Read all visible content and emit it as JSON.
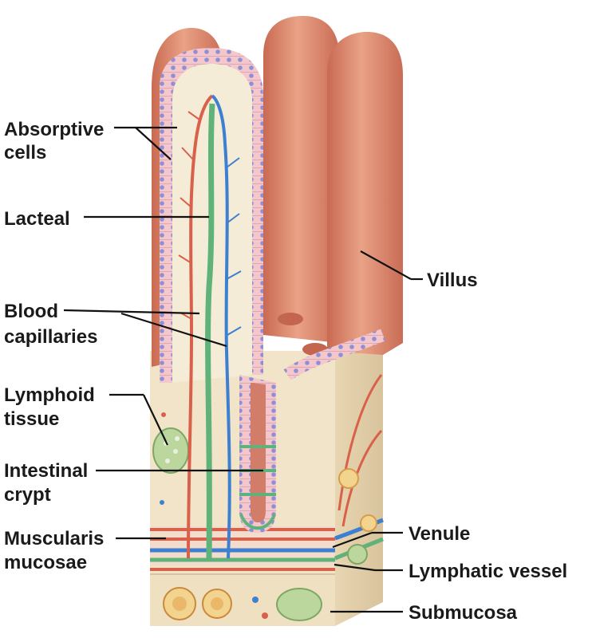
{
  "labels": {
    "absorptive_cells": [
      "Absorptive",
      "cells"
    ],
    "lacteal": [
      "Lacteal"
    ],
    "blood_capillaries": [
      "Blood",
      "capillaries"
    ],
    "lymphoid_tissue": [
      "Lymphoid",
      "tissue"
    ],
    "intestinal_crypt": [
      "Intestinal",
      "crypt"
    ],
    "muscularis_mucosae": [
      "Muscularis",
      "mucosae"
    ],
    "villus": [
      "Villus"
    ],
    "venule": [
      "Venule"
    ],
    "lymphatic_vessel": [
      "Lymphatic vessel"
    ],
    "submucosa": [
      "Submucosa"
    ]
  },
  "colors": {
    "villus_surface": "#dd8a6e",
    "epithelium": "#f0c2c8",
    "nucleus": "#8e8fd6",
    "lamina_propria": "#f1e4c8",
    "artery": "#d9604a",
    "vein": "#3d7fd0",
    "lacteal": "#5fb37a",
    "lymph_node": "#a9c98a"
  }
}
